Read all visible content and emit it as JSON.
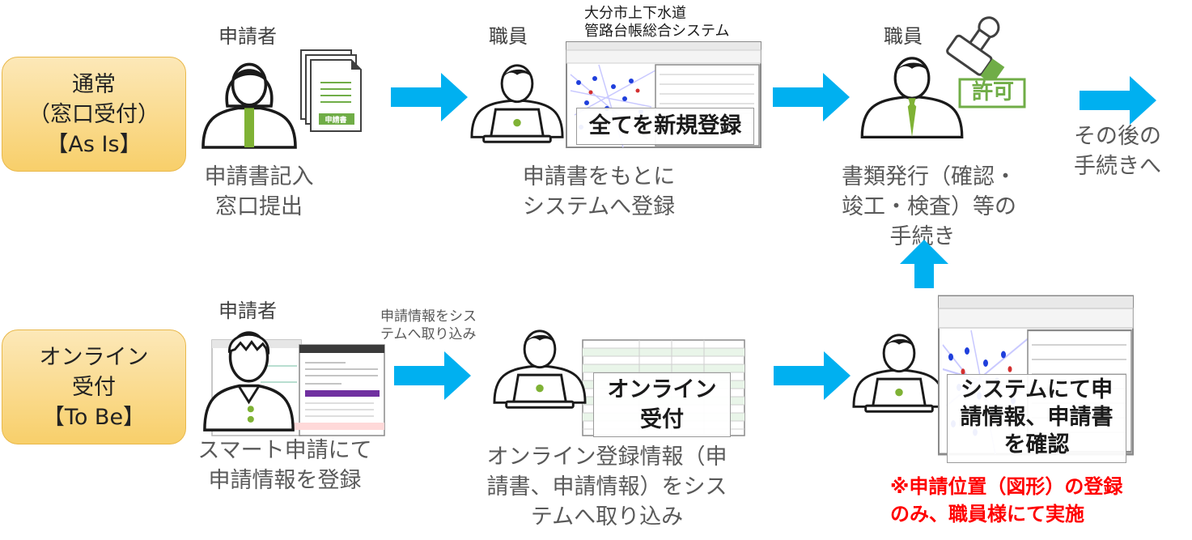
{
  "lanes": {
    "as_is": [
      "通常",
      "（窓口受付）",
      "【As Is】"
    ],
    "to_be": [
      "オンライン",
      "受付",
      "【To Be】"
    ]
  },
  "roles": {
    "applicant": "申請者",
    "staff": "職員"
  },
  "system_name": [
    "大分市上下水道",
    "管路台帳総合システム"
  ],
  "doc_label": "申請書",
  "stamp_label": "許可",
  "steps_as_is": {
    "step1": [
      "申請書記入",
      "窓口提出"
    ],
    "step2": [
      "申請書をもとに",
      "システムへ登録"
    ],
    "step2_overlay": "全てを新規登録",
    "step3": [
      "書類発行（確認・",
      "竣工・検査）等の",
      "手続き"
    ],
    "next": [
      "その後の",
      "手続きへ"
    ]
  },
  "steps_to_be": {
    "step1": [
      "スマート申請にて",
      "申請情報を登録"
    ],
    "import_note": [
      "申請情報をシス",
      "テムへ取り込み"
    ],
    "step2": [
      "オンライン登録情報（申",
      "請書、申請情報）をシス",
      "テムへ取り込み"
    ],
    "step2_overlay": [
      "オンライン",
      "受付"
    ],
    "step3_overlay": [
      "システムにて申",
      "請情報、申請書",
      "を確認"
    ],
    "note": [
      "※申請位置（図形）の登録",
      "のみ、職員様にて実施"
    ]
  },
  "colors": {
    "arrow": "#00b0f0",
    "lane_fill": "#f8cf6a",
    "accent_green": "#70ad47",
    "note_red": "#ff0000"
  }
}
